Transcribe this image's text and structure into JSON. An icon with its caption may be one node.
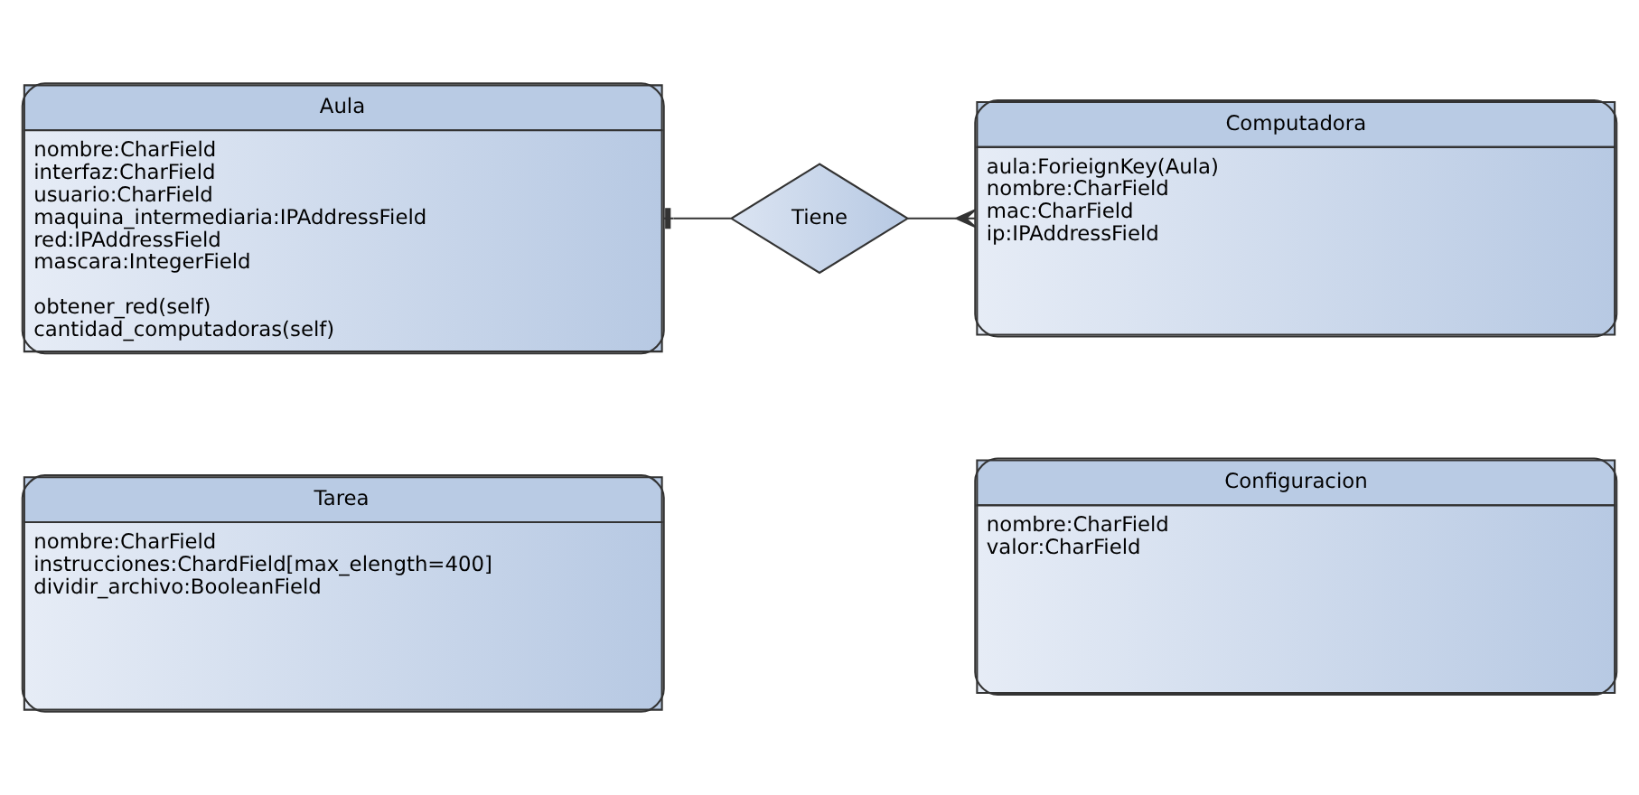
{
  "diagram": {
    "nodes": [
      {
        "text": [
          "Tarea",
          "nombre:CharField",
          "instrucciones:ChardField[max_elength=400]",
          "dividir_archivo:BooleanField"
        ]
      },
      {
        "text": [
          "Configuracion",
          "nombre:CharField",
          "valor:CharField"
        ]
      },
      {
        "text": [
          "Aula",
          "nombre:CharField",
          "interfaz:CharField",
          "usuario:CharField",
          "maquina_intermediaria:IPAddressField",
          "red:IPAddressField",
          "mascara:IntegerField",
          "obtener_red(self)",
          "cantidad_computadoras(self)"
        ]
      },
      {
        "text": [
          "Tiene"
        ]
      },
      {
        "text": [
          "Computadora",
          "aula:ForieignKey(Aula)",
          "nombre:CharField",
          "mac:CharField",
          "ip:IPAddressField"
        ]
      }
    ],
    "edges": [
      {
        "from": 2,
        "to": 3,
        "arrow": "other"
      },
      {
        "from": 3,
        "to": 4,
        "arrow": "other"
      }
    ]
  }
}
